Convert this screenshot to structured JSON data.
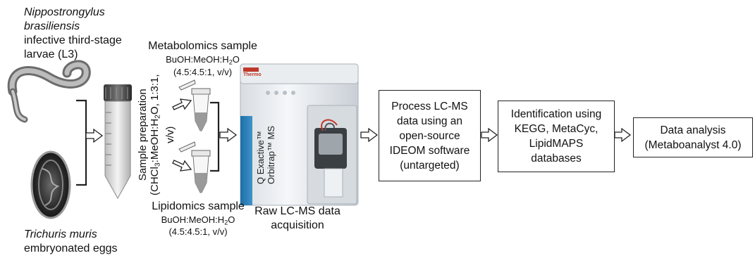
{
  "organisms": {
    "nippo_name_line1": "Nippostrongylus",
    "nippo_name_line2": "brasiliensis",
    "nippo_desc_line1": "infective third-stage",
    "nippo_desc_line2": "larvae (L3)",
    "trichuris_name": "Trichuris muris",
    "trichuris_desc": "embryonated eggs"
  },
  "sample_prep": {
    "line1": "Sample preparation",
    "line2_pre": "(CHCl",
    "line2_sub3": "3",
    "line2_post": ":MeOH:H",
    "line2_sub2": "2",
    "line2_end": "O, 1:3:1,",
    "line3": "v/v)"
  },
  "metabolomics": {
    "title": "Metabolomics sample",
    "solvent_pre": "BuOH:MeOH:H",
    "solvent_sub": "2",
    "solvent_post": "O",
    "ratio": "(4.5:4.5:1, v/v)"
  },
  "lipidomics": {
    "title": "Lipidomics sample",
    "solvent_pre": "BuOH:MeOH:H",
    "solvent_sub": "2",
    "solvent_post": "O",
    "ratio": "(4.5:4.5:1, v/v)"
  },
  "instrument": {
    "brand": "Thermo",
    "model_line1": "Q Exactive™",
    "model_line2": "Orbitrap™ MS",
    "caption_line1": "Raw LC-MS data",
    "caption_line2": "acquisition"
  },
  "steps": [
    {
      "lines": [
        "Process LC-MS",
        "data using an",
        "open-source",
        "IDEOM software",
        "(untargeted)"
      ]
    },
    {
      "lines": [
        "Identification using",
        "KEGG, MetaCyc,",
        "LipidMAPS",
        "databases"
      ]
    },
    {
      "lines": [
        "Data analysis",
        "(Metaboanalyst 4.0)"
      ]
    }
  ]
}
